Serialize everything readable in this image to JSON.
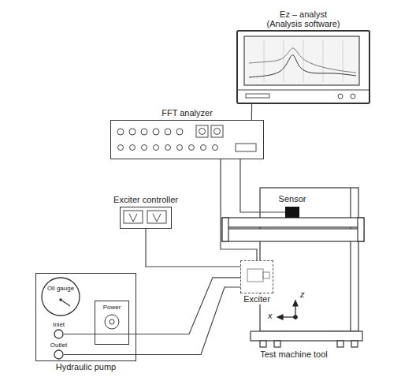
{
  "diagram": {
    "nodes": [
      {
        "text": [
          "Ez – analyst",
          "(Analysis software)"
        ]
      },
      {
        "text": [
          "FFT analyzer"
        ]
      },
      {
        "text": [
          "Exciter controller"
        ]
      },
      {
        "text": [
          "Sensor"
        ]
      },
      {
        "text": [
          "Exciter"
        ]
      },
      {
        "text": [
          "Test machine tool"
        ]
      },
      {
        "text": [
          "Hydraulic pump"
        ]
      },
      {
        "text": [
          "Oil gauge"
        ],
        "in": 6
      },
      {
        "text": [
          "Inlet"
        ],
        "in": 6
      },
      {
        "text": [
          "Outlet"
        ],
        "in": 6
      },
      {
        "text": [
          "Power"
        ],
        "in": 6
      }
    ],
    "edges": [
      {
        "from": 1,
        "to": 0,
        "arrow": "none"
      },
      {
        "from": 1,
        "to": 3,
        "arrow": "none"
      },
      {
        "from": 1,
        "to": 4,
        "arrow": "none"
      },
      {
        "from": 2,
        "to": 4,
        "arrow": "none"
      },
      {
        "from": 8,
        "to": 4,
        "arrow": "none"
      },
      {
        "from": 9,
        "to": 4,
        "arrow": "none"
      }
    ],
    "labels": [
      "z",
      "x"
    ]
  }
}
